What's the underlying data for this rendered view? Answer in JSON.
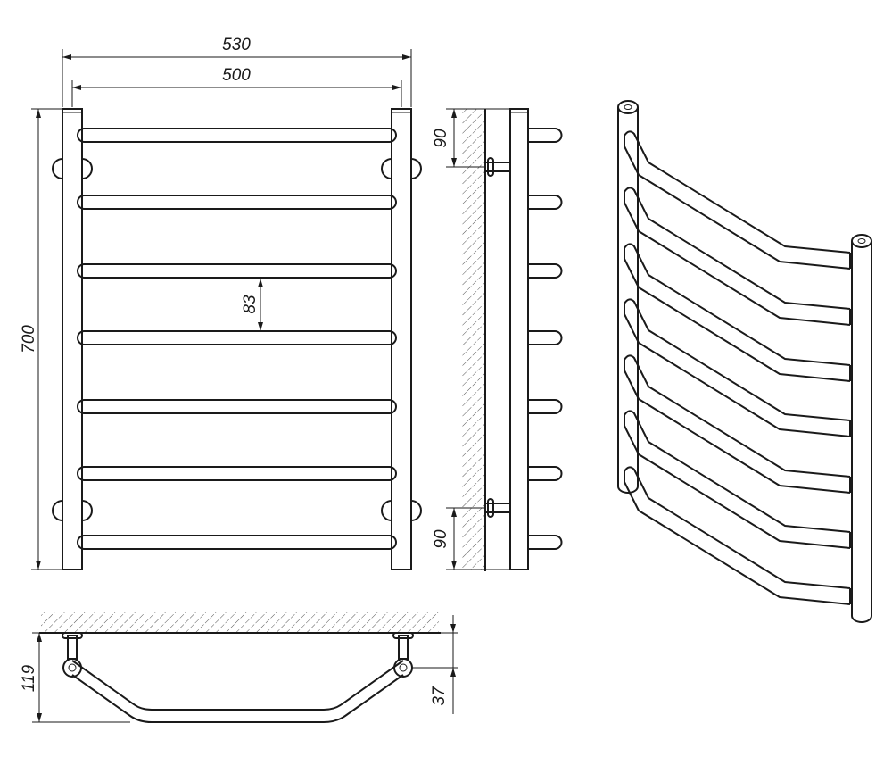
{
  "dimensions": {
    "overall_width": "530",
    "center_width": "500",
    "height": "700",
    "rung_spacing": "83",
    "wall_offset_top": "90",
    "wall_offset_bottom": "90",
    "depth": "119",
    "mount_depth": "37"
  },
  "rung_count": 7,
  "line_color": "#1a1a1a",
  "hatch_color": "#555555"
}
